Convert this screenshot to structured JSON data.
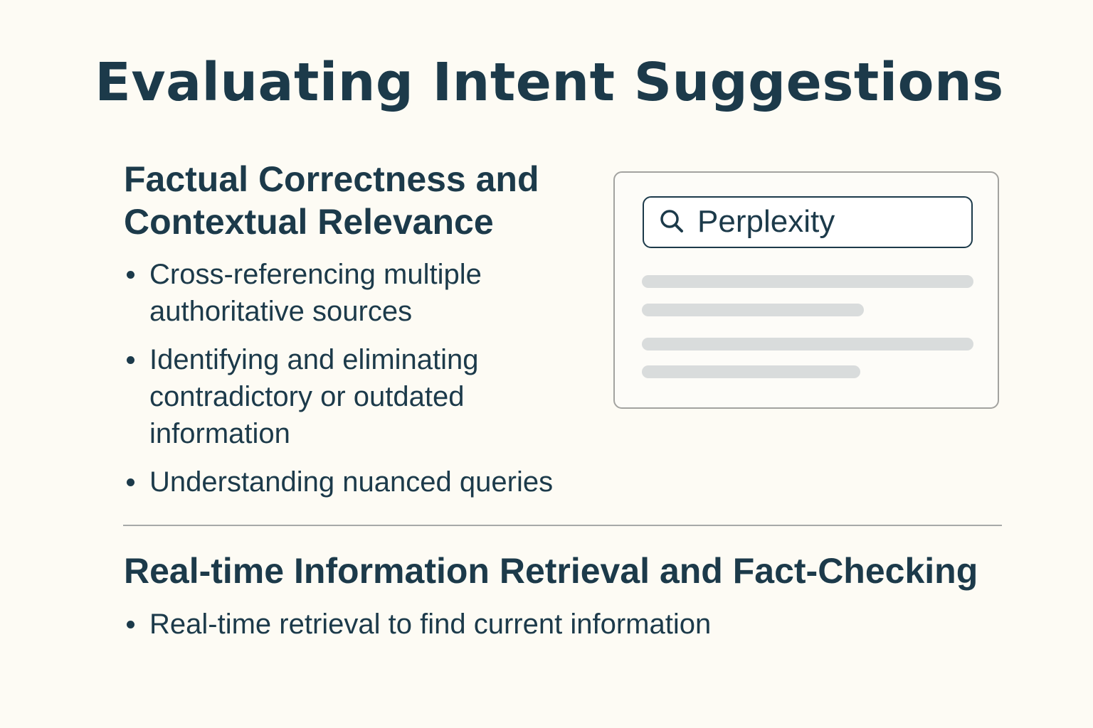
{
  "page": {
    "title": "Evaluating Intent Suggestions"
  },
  "section1": {
    "heading": "Factual Correctness and Contextual Relevance",
    "bullets": [
      "Cross-referencing multiple authoritative sources",
      "Identifying and eliminating contradictory or outdated information",
      "Understanding nuanced queries"
    ]
  },
  "section2": {
    "heading": "Real-time Information Retrieval and Fact-Checking",
    "bullets": [
      "Real-time retrieval to find current information"
    ]
  },
  "search_card": {
    "icon": "search-icon",
    "query": "Perplexity",
    "result_placeholders": 4
  },
  "colors": {
    "background": "#FDFBF4",
    "text": "#1C3A4A",
    "skeleton": "#D9DCDC",
    "card_border": "#A3A3A0",
    "divider": "#A7A9A8"
  }
}
